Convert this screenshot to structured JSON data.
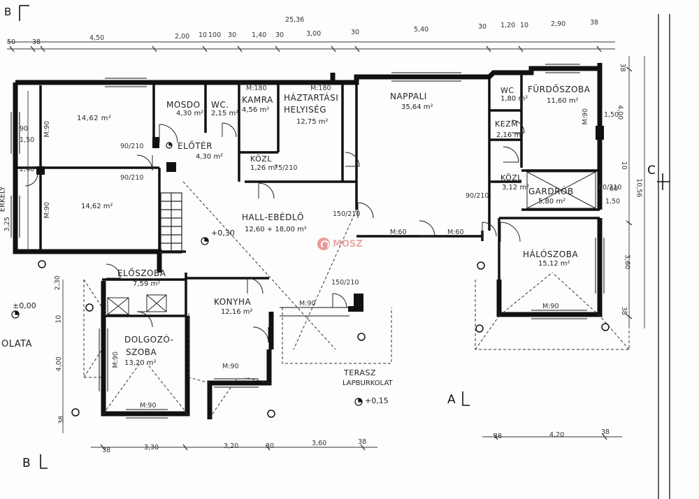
{
  "rooms": [
    {
      "key": "room_a",
      "name": "",
      "area": "14,62 m²"
    },
    {
      "key": "room_b",
      "name": "",
      "area": "14,62 m²"
    },
    {
      "key": "mosdo",
      "name": "MOSDO",
      "area": "4,30 m²"
    },
    {
      "key": "wc1",
      "name": "WC.",
      "area": "2,15 m²"
    },
    {
      "key": "eloter",
      "name": "ELŐTÉR",
      "area": "4,30 m²"
    },
    {
      "key": "kamra",
      "name": "KAMRA",
      "area": "4,56 m²"
    },
    {
      "key": "haztartasi",
      "name": "HÁZTARTÁSI",
      "name2": "HELYISÉG",
      "area": "12,75 m²"
    },
    {
      "key": "kozl1",
      "name": "KÖZL",
      "area": "1,26 m²"
    },
    {
      "key": "nappali",
      "name": "NAPPALI",
      "area": "35,64 m²"
    },
    {
      "key": "wc2",
      "name": "WC",
      "area": "1,80 m²"
    },
    {
      "key": "furdo",
      "name": "FÜRDŐSZOBA",
      "area": "11,60 m²"
    },
    {
      "key": "kezm",
      "name": "KEZM",
      "area": "2,16 m²"
    },
    {
      "key": "kozl2",
      "name": "KÖZL",
      "area": "3,12 m²"
    },
    {
      "key": "gardrob",
      "name": "GARDRÓB",
      "area": "5,80 m²"
    },
    {
      "key": "hall",
      "name": "HALL-EBÉDLŐ",
      "area": "12,60 + 18,00 m²"
    },
    {
      "key": "haloszoba",
      "name": "HÁLÓSZOBA",
      "area": "15,12 m²"
    },
    {
      "key": "eloszoba",
      "name": "ELŐSZOBA",
      "area": "7,59 m²"
    },
    {
      "key": "konyha",
      "name": "KONYHA",
      "area": "12,16 m²"
    },
    {
      "key": "dolgozo",
      "name": "DOLGOZÓ-",
      "name2": "SZOBA",
      "area": "13,20 m²"
    },
    {
      "key": "terasz",
      "name": "TERASZ",
      "name2": "LAPBURKOLAT"
    }
  ],
  "levels": {
    "l1": "+0,30",
    "l2": "±0,00",
    "l3": "+0,15"
  },
  "sections": {
    "a": "A",
    "b": "B",
    "c": "C",
    "top": "B"
  },
  "partial_label": "OLATA",
  "left_partial": "ERKÉLY",
  "watermark": "MOSZ",
  "top_dims": {
    "total": "25,36",
    "row": [
      "50",
      "38",
      "4,50",
      "2,00",
      "10",
      "100",
      "30",
      "1,40",
      "30",
      "3,00",
      "30",
      "5,40",
      "30",
      "1,20",
      "10",
      "2,90",
      "38"
    ]
  },
  "bottom_dims": {
    "row": [
      "38",
      "3,30",
      "3,20",
      "30",
      "3,60",
      "38",
      "38",
      "4,20",
      "38"
    ]
  },
  "right_dims": [
    "38",
    "4,00",
    "1,50",
    "10",
    "10,56",
    "60",
    "3,60",
    "38",
    "1,50"
  ],
  "left_dims": [
    "90",
    "1,50",
    "2,40",
    "3,25",
    "2,30",
    "10",
    "4,00",
    "38"
  ],
  "door_labels": [
    "M:90",
    "M:180",
    "M:180",
    "M:90",
    "M:60",
    "M:60",
    "M:90",
    "M:90",
    "M:90",
    "M:90",
    "M:90",
    "M:90"
  ],
  "opening_dims": [
    "90/210",
    "75/210",
    "150/210",
    "90/210",
    "150/210",
    "60/210",
    "90/210"
  ]
}
